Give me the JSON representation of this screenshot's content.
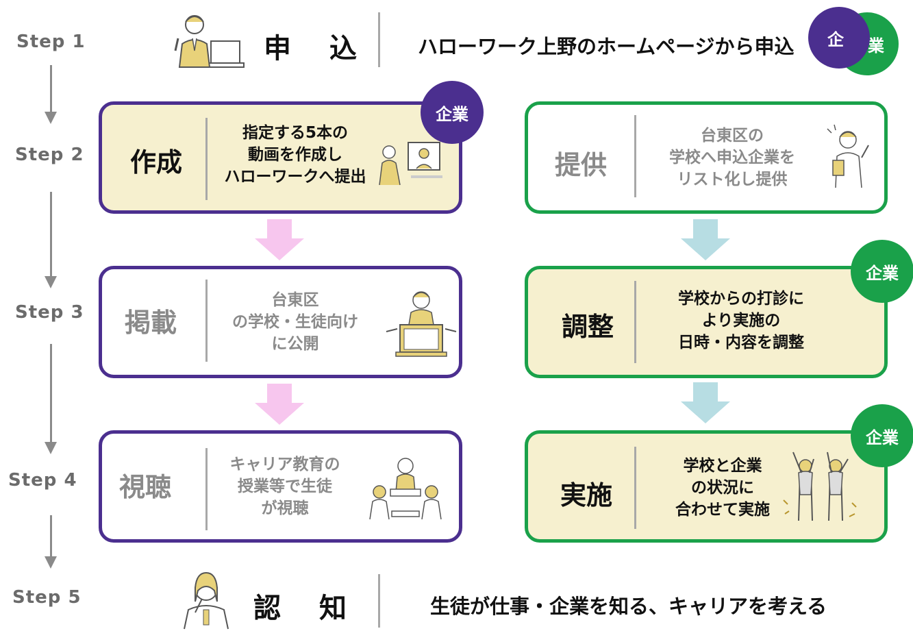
{
  "steps": [
    "Step 1",
    "Step 2",
    "Step 3",
    "Step 4",
    "Step 5"
  ],
  "header1": {
    "title": "申　込",
    "text": "ハローワーク上野のホームページから申込",
    "badge_left": "企",
    "badge_right": "業"
  },
  "boxes": {
    "create": {
      "title": "作成",
      "lines": [
        "指定する5本の",
        "動画を作成し",
        "ハローワークへ提出"
      ],
      "badge": "企業"
    },
    "provide": {
      "title": "提供",
      "lines": [
        "台東区の",
        "学校へ申込企業を",
        "リスト化し提供"
      ]
    },
    "publish": {
      "title": "掲載",
      "lines": [
        "台東区",
        "の学校・生徒向け",
        "に公開"
      ]
    },
    "adjust": {
      "title": "調整",
      "lines": [
        "学校からの打診に",
        "より実施の",
        "日時・内容を調整"
      ],
      "badge": "企業"
    },
    "view": {
      "title": "視聴",
      "lines": [
        "キャリア教育の",
        "授業等で生徒",
        "が視聴"
      ]
    },
    "implement": {
      "title": "実施",
      "lines": [
        "学校と企業",
        "の状況に",
        "合わせて実施"
      ],
      "badge": "企業"
    }
  },
  "footer5": {
    "title": "認　知",
    "text": "生徒が仕事・企業を知る、キャリアを考える"
  },
  "colors": {
    "purple": "#4b2f8f",
    "green": "#1aa14a",
    "cream": "#f6f0cf",
    "pink_arrow": "#f7c6ee",
    "blue_arrow": "#b7dde3"
  }
}
